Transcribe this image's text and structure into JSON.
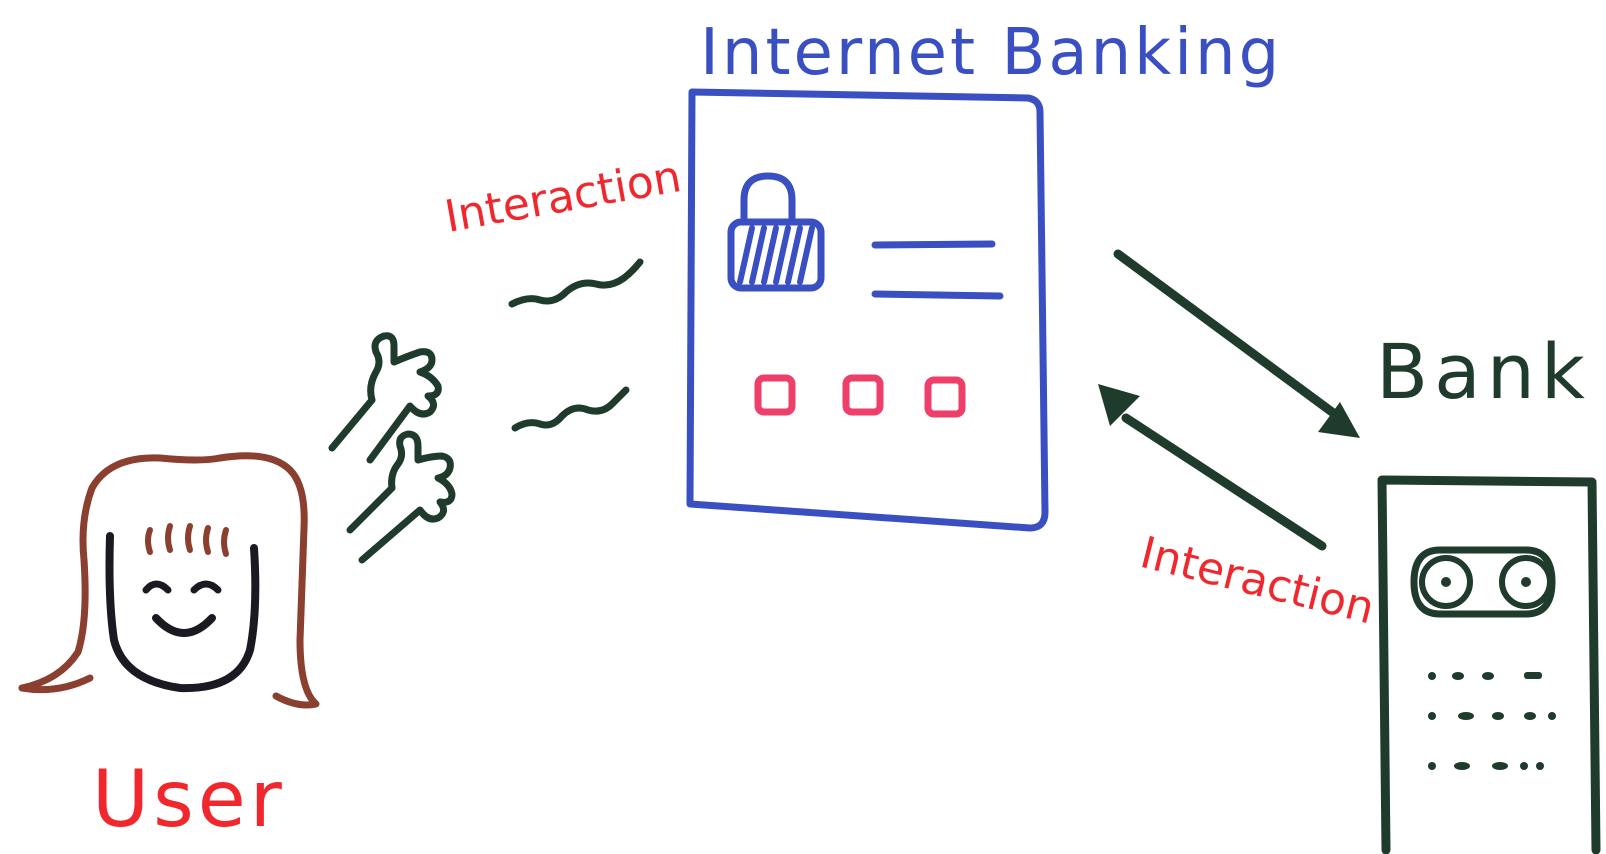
{
  "diagram": {
    "title": "Internet Banking",
    "user_label": "User",
    "bank_label": "Bank",
    "interaction_left": "Interaction",
    "interaction_right": "Interaction"
  },
  "colors": {
    "blue": "#3a4fc2",
    "red": "#f0282d",
    "pink": "#ee3f6a",
    "green": "#1f3b2c",
    "brown": "#8a3f2f",
    "black": "#1a1a22"
  },
  "icons": {
    "padlock": "lock-icon",
    "user_face": "user-icon",
    "bank_device": "bank-icon",
    "hands": "hand-icon"
  }
}
